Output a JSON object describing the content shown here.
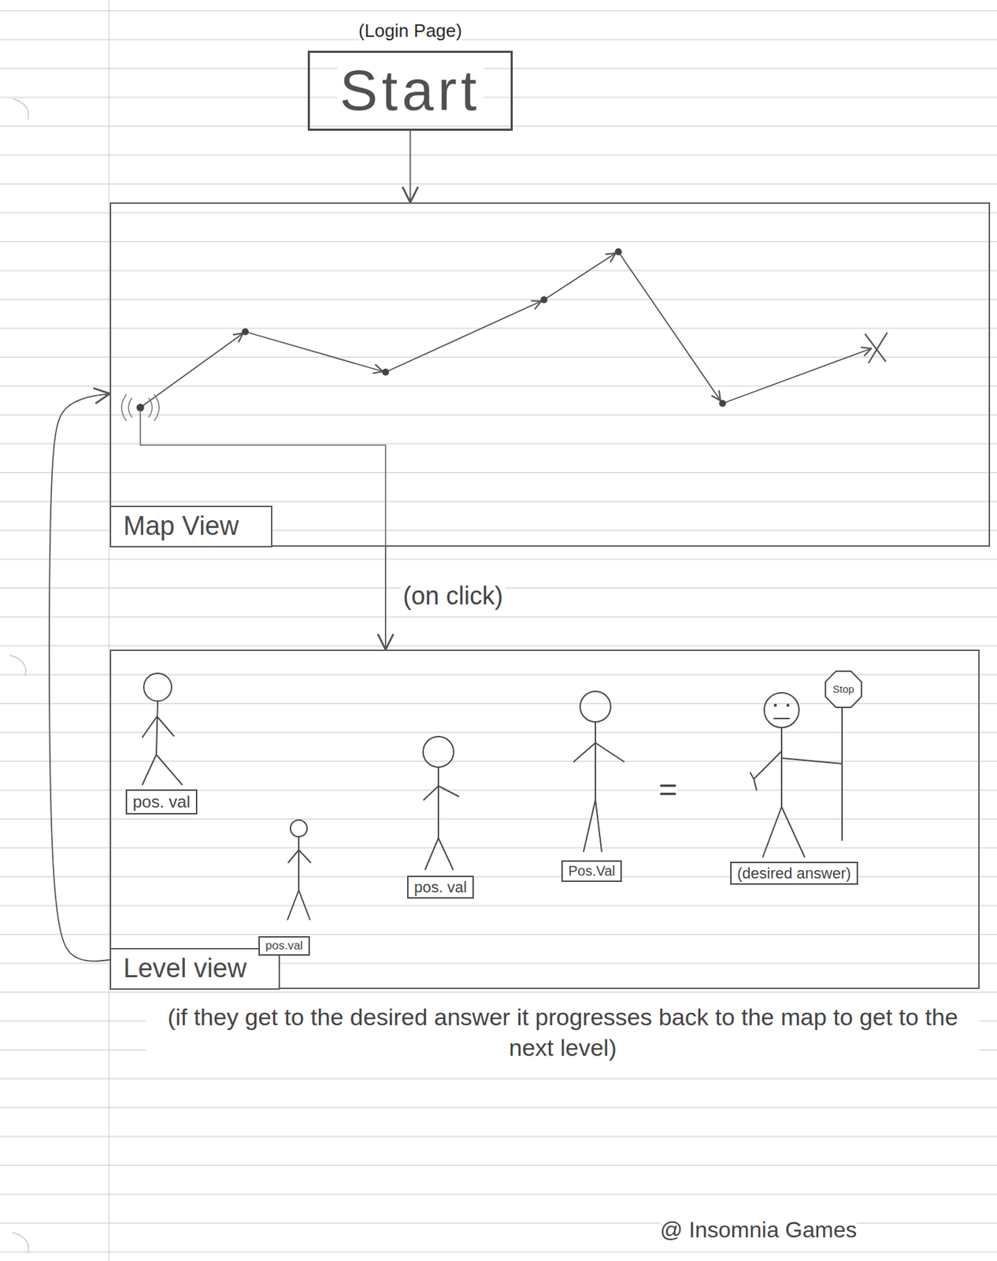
{
  "diagram": {
    "nodes": [
      {
        "text": [
          "(Login Page)",
          "Start"
        ]
      },
      {
        "text": [
          "Map View"
        ]
      },
      {
        "text": [
          "Level view"
        ]
      },
      {
        "text": [
          "pos. val"
        ],
        "in": 2
      },
      {
        "text": [
          "pos.val"
        ],
        "in": 2
      },
      {
        "text": [
          "pos. val"
        ],
        "in": 2
      },
      {
        "text": [
          "Pos.Val"
        ],
        "in": 2
      },
      {
        "text": [
          "(desired answer)"
        ],
        "in": 2
      }
    ],
    "edges": [
      {
        "from": 0,
        "to": 1,
        "arrow": "to"
      },
      {
        "from": 1,
        "to": 2,
        "label": "(on click)",
        "arrow": "to"
      },
      {
        "from": 2,
        "to": 1,
        "arrow": "to"
      }
    ],
    "labels": [
      "=",
      "Stop",
      "(if they get to the desired answer it progresses back to the map to get to the next level)",
      "@ Insomnia Games"
    ]
  }
}
